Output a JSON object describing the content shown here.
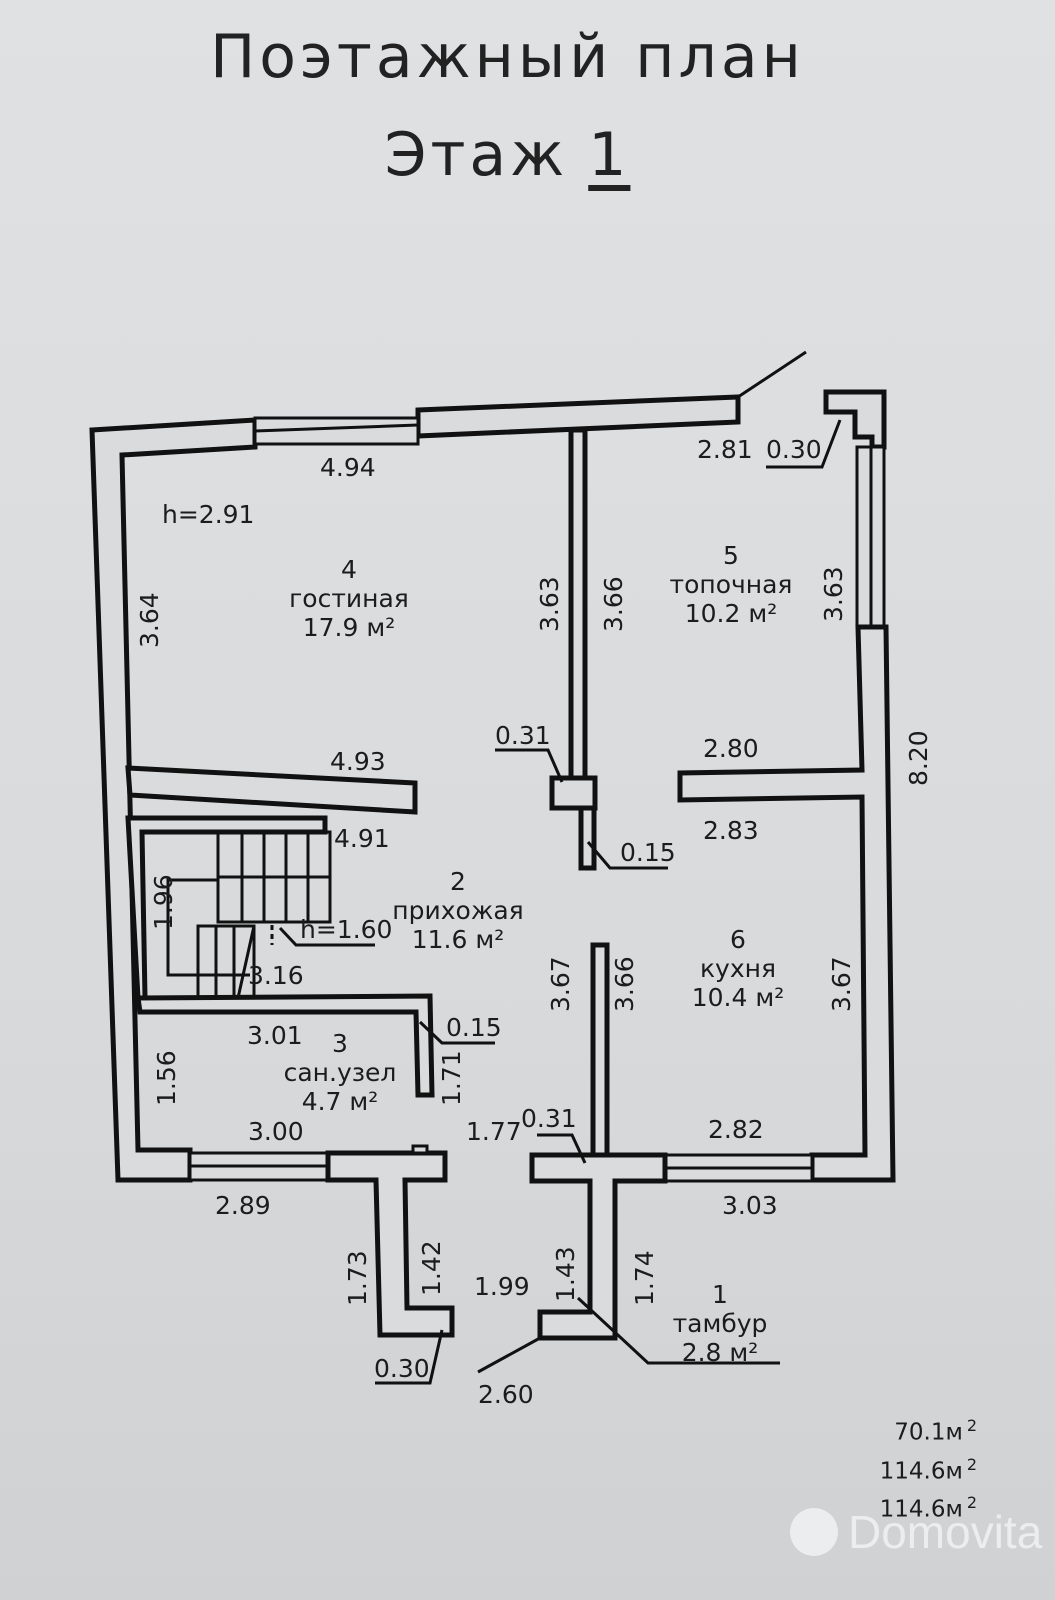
{
  "header": {
    "title": "Поэтажный план",
    "floor_label": "Этаж",
    "floor_number": "1"
  },
  "rooms": [
    {
      "id": "1",
      "name": "тамбур",
      "area": "2.8 м²"
    },
    {
      "id": "2",
      "name": "прихожая",
      "area": "11.6 м²"
    },
    {
      "id": "3",
      "name": "сан.узел",
      "area": "4.7 м²"
    },
    {
      "id": "4",
      "name": "гостиная",
      "area": "17.9 м²"
    },
    {
      "id": "5",
      "name": "топочная",
      "area": "10.2 м²"
    },
    {
      "id": "6",
      "name": "кухня",
      "area": "10.4 м²"
    }
  ],
  "heights": {
    "ceiling": "h=2.91",
    "stair": "h=1.60"
  },
  "dimensions": {
    "living_top": "4.94",
    "living_left": "3.64",
    "living_right": "3.63",
    "living_bottom": "4.93",
    "partition_left": "3.66",
    "boiler_top": "2.81",
    "boiler_wall": "0.30",
    "boiler_right": "3.63",
    "boiler_bottom": "2.80",
    "overall_right": "8.20",
    "column": "0.31",
    "partition_thick": "0.15",
    "hall_top": "4.91",
    "stair_width": "1.96",
    "stair_len": "3.16",
    "bath_top": "3.01",
    "bath_partition": "0.15",
    "bath_left": "1.56",
    "bath_right": "1.71",
    "bath_bottom": "3.00",
    "kitchen_top": "2.83",
    "kitchen_left_a": "3.67",
    "kitchen_left_b": "3.66",
    "kitchen_right": "3.67",
    "kitchen_bottom": "2.82",
    "entry_width": "1.77",
    "entry_column": "0.31",
    "outer_bottom_left": "2.89",
    "outer_bottom_right": "3.03",
    "porch_left_out": "1.73",
    "porch_left_in": "1.42",
    "porch_right_in": "1.43",
    "porch_right_out": "1.74",
    "porch_width": "1.99",
    "porch_wall": "0.30",
    "porch_outer": "2.60"
  },
  "totals": [
    {
      "value": "70.1м",
      "unit": "2"
    },
    {
      "value": "114.6м",
      "unit": "2"
    },
    {
      "value": "114.6м",
      "unit": "2"
    }
  ],
  "watermark": "Domovita"
}
